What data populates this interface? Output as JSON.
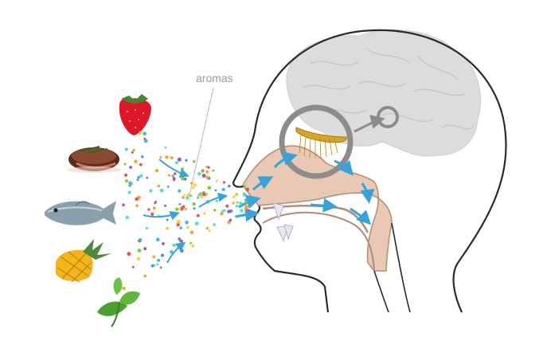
{
  "diagram": {
    "label": "aromas",
    "colors": {
      "head_outline": "#2a2a2a",
      "brain_fill": "#dcdcdc",
      "nasal_cavity": "#e9c9b3",
      "olfactory_bulb": "#d8a623",
      "arrow_blue": "#35a3dc",
      "magnifier_ring": "#8c8c8c",
      "label_gray": "#9a9a9a"
    },
    "foods": [
      "strawberry",
      "steak",
      "fish",
      "pineapple",
      "basil"
    ],
    "aroma_particle_colors": [
      "#e8505b",
      "#f5a623",
      "#7ed321",
      "#4a90e2",
      "#9b59b6",
      "#50e3c2",
      "#f8d33a",
      "#3db8e8"
    ]
  }
}
